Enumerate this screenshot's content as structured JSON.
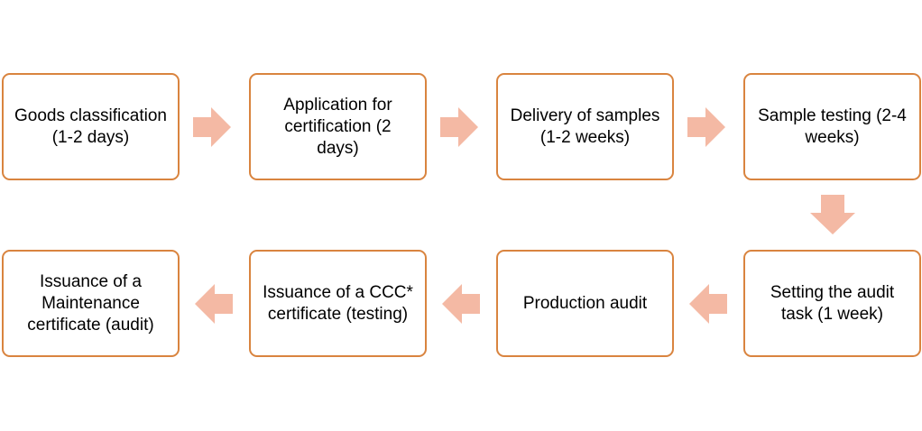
{
  "steps": [
    {
      "label": "Goods classification (1-2 days)"
    },
    {
      "label": "Application for certification (2 days)"
    },
    {
      "label": "Delivery of samples (1-2 weeks)"
    },
    {
      "label": "Sample testing (2-4 weeks)"
    },
    {
      "label": "Setting the audit task (1 week)"
    },
    {
      "label": "Production audit"
    },
    {
      "label": "Issuance of a CCC* certificate (testing)"
    },
    {
      "label": "Issuance of a Maintenance certificate (audit)"
    }
  ],
  "colors": {
    "box_border": "#d9843f",
    "arrow_fill": "#f4b9a4",
    "text": "#000000"
  }
}
